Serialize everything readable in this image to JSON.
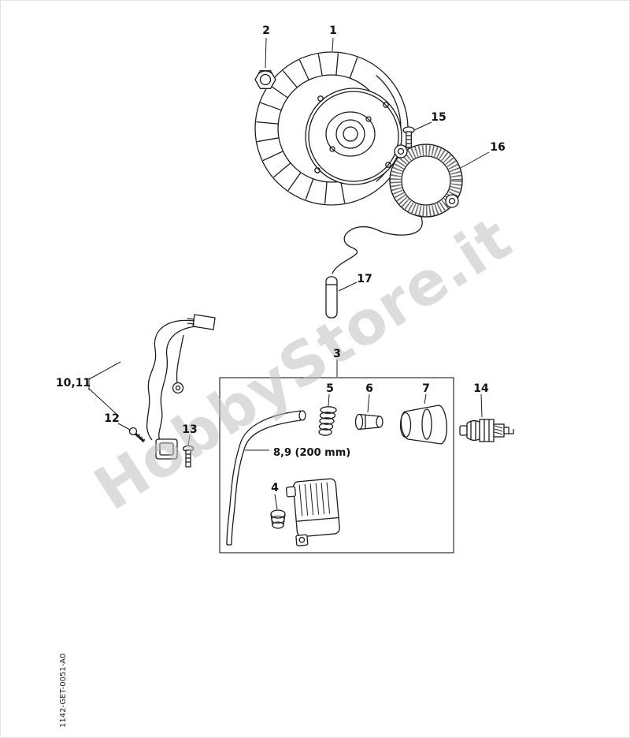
{
  "page": {
    "watermark": "HobbyStore.it",
    "doc_code": "1142-GET-0051-A0"
  },
  "callouts": {
    "c1": "1",
    "c2": "2",
    "c3": "3",
    "c4": "4",
    "c5": "5",
    "c6": "6",
    "c7": "7",
    "c89": "8,9 (200 mm)",
    "c1011": "10,11",
    "c12": "12",
    "c13": "13",
    "c14": "14",
    "c15": "15",
    "c16": "16",
    "c17": "17"
  }
}
